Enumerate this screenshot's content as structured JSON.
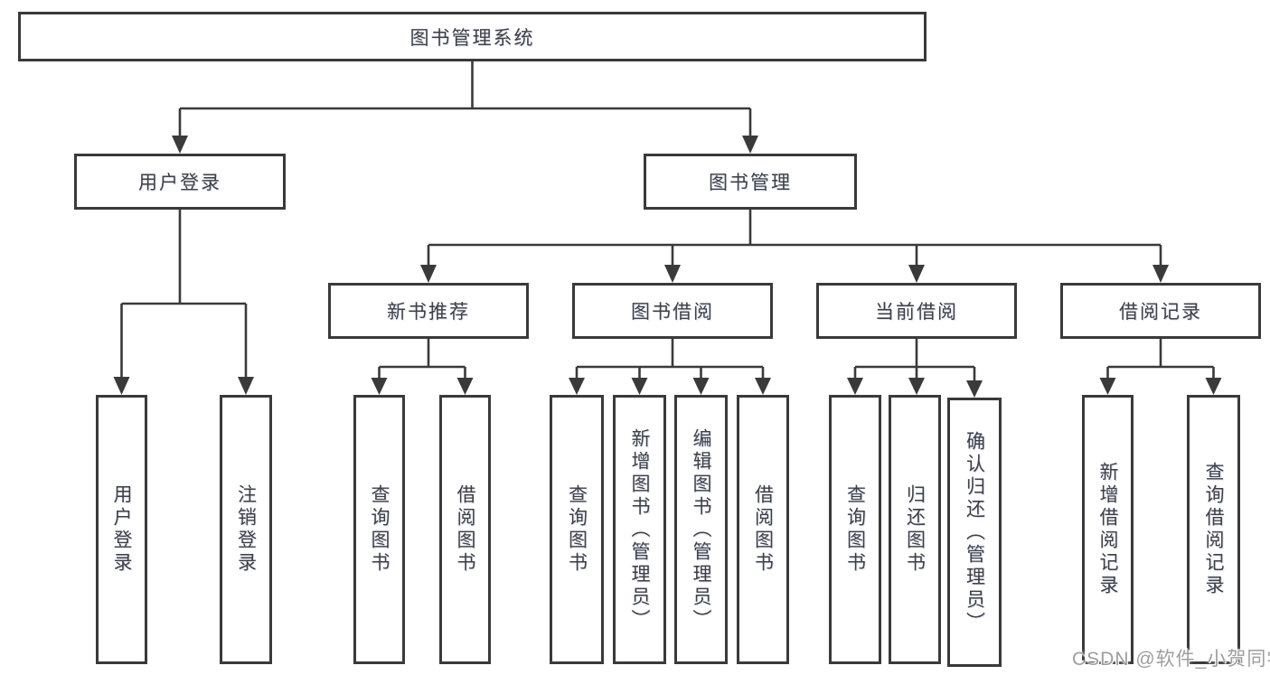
{
  "tree": {
    "root": {
      "label": "图书管理系统"
    },
    "branches": [
      {
        "label": "用户登录",
        "children": [
          {
            "label": "用户登录"
          },
          {
            "label": "注销登录"
          }
        ]
      },
      {
        "label": "图书管理",
        "children": [
          {
            "label": "新书推荐",
            "children": [
              {
                "label": "查询图书"
              },
              {
                "label": "借阅图书"
              }
            ]
          },
          {
            "label": "图书借阅",
            "children": [
              {
                "label": "查询图书"
              },
              {
                "label": "新增图书（管理员）"
              },
              {
                "label": "编辑图书（管理员）"
              },
              {
                "label": "借阅图书"
              }
            ]
          },
          {
            "label": "当前借阅",
            "children": [
              {
                "label": "查询图书"
              },
              {
                "label": "归还图书"
              },
              {
                "label": "确认归还（管理员）"
              }
            ]
          },
          {
            "label": "借阅记录",
            "children": [
              {
                "label": "新增借阅记录"
              },
              {
                "label": "查询借阅记录"
              }
            ]
          }
        ]
      }
    ]
  },
  "watermark": {
    "text": "CSDN @软件_小贺同学"
  },
  "colors": {
    "line": "#3a3a3a",
    "text": "#3f3f44",
    "watermark": "#9e9e9e",
    "background": "#ffffff"
  }
}
